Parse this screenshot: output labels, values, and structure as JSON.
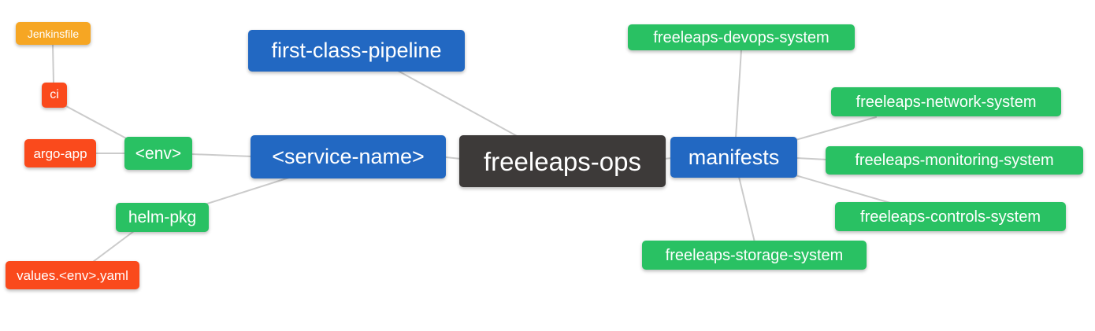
{
  "diagram": {
    "type": "mindmap",
    "title": "freeleaps-ops repository structure",
    "palette": {
      "blue": "#2268c2",
      "green": "#29c163",
      "orange": "#f6a623",
      "red_orange": "#fa4a1c",
      "dark_gray": "#3d3a39",
      "connector_line": "#cbcbcb",
      "node_text": "#ffffff",
      "background": "#ffffff"
    },
    "nodes": {
      "jenkinsfile": {
        "label": "Jenkinsfile",
        "color": "#f6a623"
      },
      "ci": {
        "label": "ci",
        "color": "#fa4a1c"
      },
      "argo_app": {
        "label": "argo-app",
        "color": "#fa4a1c"
      },
      "env": {
        "label": "<env>",
        "color": "#29c163"
      },
      "helm_pkg": {
        "label": "helm-pkg",
        "color": "#29c163"
      },
      "values_yaml": {
        "label": "values.<env>.yaml",
        "color": "#fa4a1c"
      },
      "first_class_pipeline": {
        "label": "first-class-pipeline",
        "color": "#2268c2"
      },
      "service_name": {
        "label": "<service-name>",
        "color": "#2268c2"
      },
      "freeleaps_ops": {
        "label": "freeleaps-ops",
        "color": "#3d3a39"
      },
      "manifests": {
        "label": "manifests",
        "color": "#2268c2"
      },
      "devops_system": {
        "label": "freeleaps-devops-system",
        "color": "#29c163"
      },
      "network_system": {
        "label": "freeleaps-network-system",
        "color": "#29c163"
      },
      "monitoring_system": {
        "label": "freeleaps-monitoring-system",
        "color": "#29c163"
      },
      "controls_system": {
        "label": "freeleaps-controls-system",
        "color": "#29c163"
      },
      "storage_system": {
        "label": "freeleaps-storage-system",
        "color": "#29c163"
      }
    },
    "edges": [
      {
        "from": "ci",
        "to": "jenkinsfile"
      },
      {
        "from": "env",
        "to": "ci"
      },
      {
        "from": "env",
        "to": "argo_app"
      },
      {
        "from": "service_name",
        "to": "env"
      },
      {
        "from": "service_name",
        "to": "helm_pkg"
      },
      {
        "from": "helm_pkg",
        "to": "values_yaml"
      },
      {
        "from": "freeleaps_ops",
        "to": "first_class_pipeline"
      },
      {
        "from": "freeleaps_ops",
        "to": "service_name"
      },
      {
        "from": "freeleaps_ops",
        "to": "manifests"
      },
      {
        "from": "manifests",
        "to": "devops_system"
      },
      {
        "from": "manifests",
        "to": "network_system"
      },
      {
        "from": "manifests",
        "to": "monitoring_system"
      },
      {
        "from": "manifests",
        "to": "controls_system"
      },
      {
        "from": "manifests",
        "to": "storage_system"
      }
    ]
  }
}
